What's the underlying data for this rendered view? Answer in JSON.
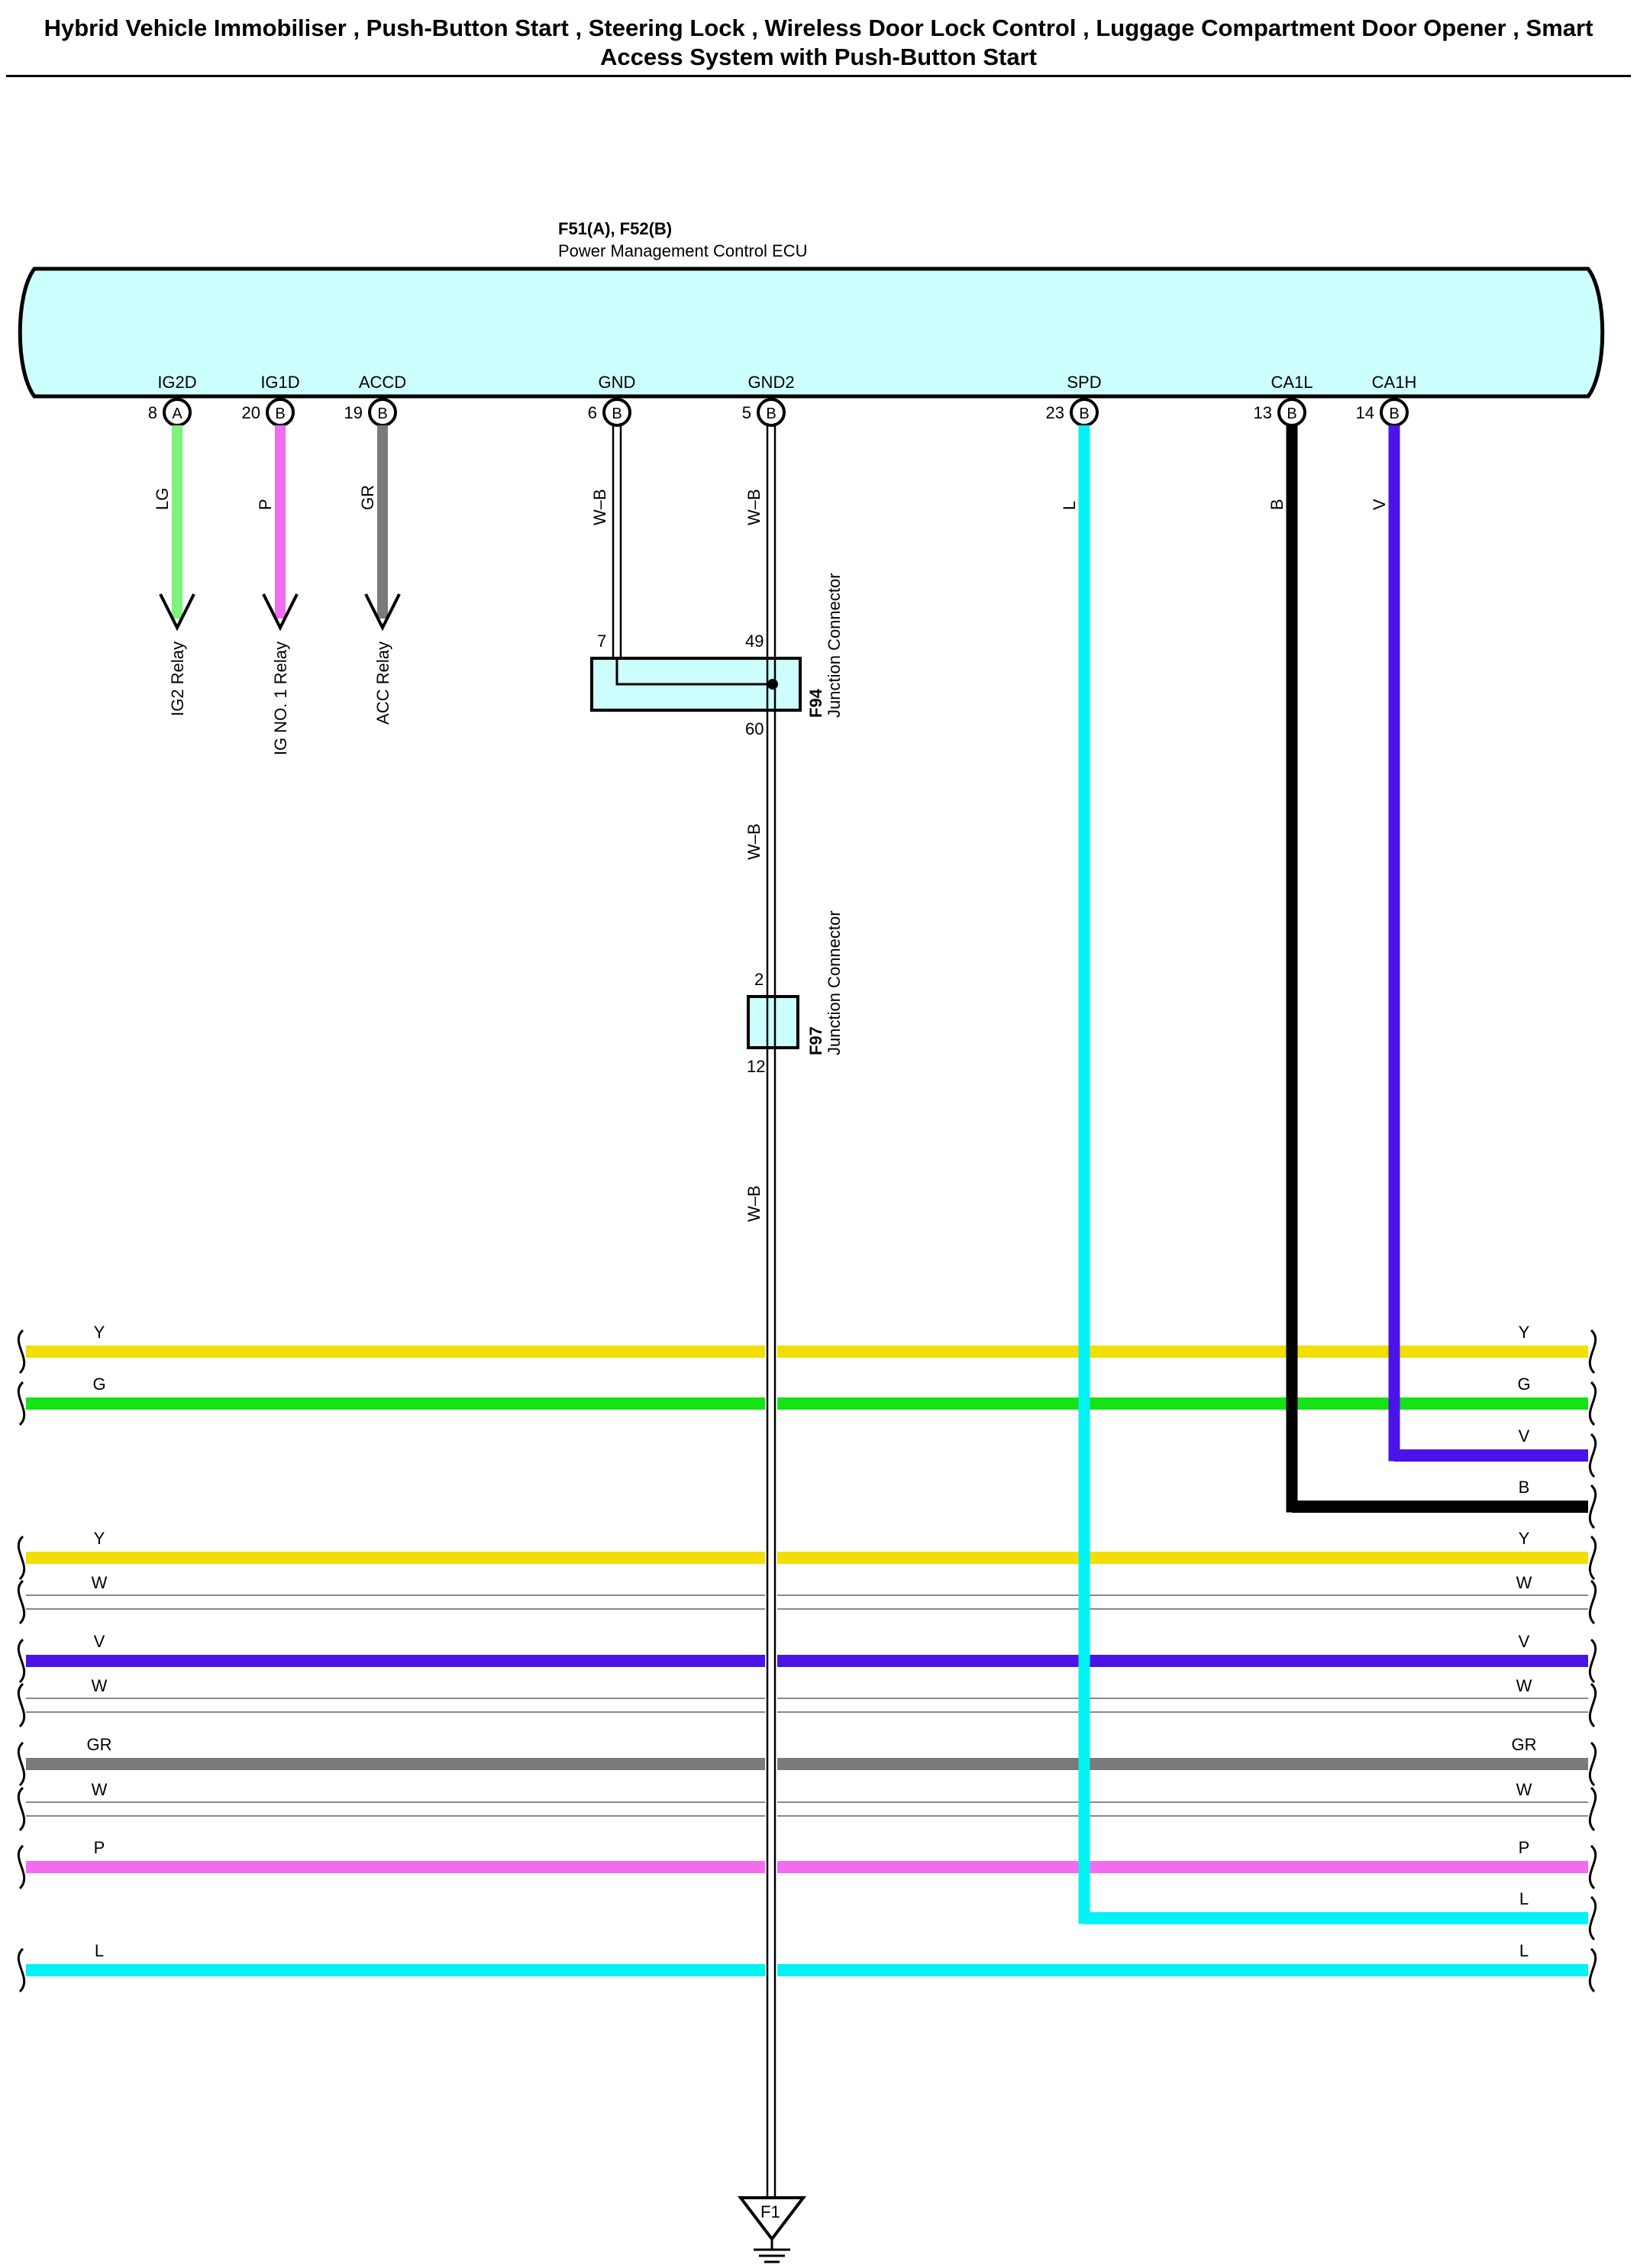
{
  "title": {
    "line1": "Hybrid Vehicle Immobiliser , Push-Button Start , Steering Lock , Wireless Door Lock Control , Luggage Compartment Door Opener , Smart",
    "line2": "Access System with Push-Button Start"
  },
  "colors": {
    "LG": "#7ef27e",
    "P": "#f36cf0",
    "GR": "#7a7a7a",
    "L": "#00f3f3",
    "B": "#000000",
    "V": "#4a14e8",
    "Y": "#f2de00",
    "G": "#15e315",
    "W": "#ffffff",
    "ecu_fill": "#cdfefe"
  },
  "ecu": {
    "connector_label": "F51(A), F52(B)",
    "name": "Power Management Control ECU",
    "pins": [
      {
        "terminal": "IG2D",
        "pin": "8",
        "connector": "A",
        "wire": "LG",
        "dest": "IG2 Relay"
      },
      {
        "terminal": "IG1D",
        "pin": "20",
        "connector": "B",
        "wire": "P",
        "dest": "IG NO. 1 Relay"
      },
      {
        "terminal": "ACCD",
        "pin": "19",
        "connector": "B",
        "wire": "GR",
        "dest": "ACC Relay"
      },
      {
        "terminal": "GND",
        "pin": "6",
        "connector": "B",
        "wire": "W–B"
      },
      {
        "terminal": "GND2",
        "pin": "5",
        "connector": "B",
        "wire": "W–B"
      },
      {
        "terminal": "SPD",
        "pin": "23",
        "connector": "B",
        "wire": "L"
      },
      {
        "terminal": "CA1L",
        "pin": "13",
        "connector": "B",
        "wire": "B"
      },
      {
        "terminal": "CA1H",
        "pin": "14",
        "connector": "B",
        "wire": "V"
      }
    ]
  },
  "junctions": [
    {
      "code": "F94",
      "name": "Junction Connector",
      "pins": [
        "7",
        "49",
        "60"
      ]
    },
    {
      "code": "F97",
      "name": "Junction Connector",
      "pins": [
        "2",
        "12"
      ]
    }
  ],
  "ground": {
    "label": "F1"
  },
  "wire_labels": {
    "gnd_wb": "W–B",
    "gnd2_wb": "W–B",
    "wb_mid": "W–B",
    "wb_low": "W–B"
  },
  "bus_wires": [
    {
      "left": "Y",
      "right": "Y"
    },
    {
      "left": "G",
      "right": "G"
    },
    {
      "left": "",
      "right": "V"
    },
    {
      "left": "",
      "right": "B"
    },
    {
      "left": "Y",
      "right": "Y"
    },
    {
      "left": "W",
      "right": "W"
    },
    {
      "left": "V",
      "right": "V"
    },
    {
      "left": "W",
      "right": "W"
    },
    {
      "left": "GR",
      "right": "GR"
    },
    {
      "left": "W",
      "right": "W"
    },
    {
      "left": "P",
      "right": "P"
    },
    {
      "left": "",
      "right": "L"
    },
    {
      "left": "L",
      "right": "L"
    }
  ]
}
